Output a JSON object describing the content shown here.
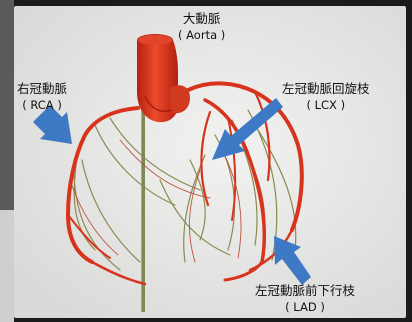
{
  "labels": {
    "aorta": {
      "jp": "大動脈",
      "en": "( Aorta )"
    },
    "rca": {
      "jp": "右冠動脈",
      "en": "( RCA )"
    },
    "lcx": {
      "jp": "左冠動脈回旋枝",
      "en": "( LCX )"
    },
    "lad": {
      "jp": "左冠動脈前下行枝",
      "en": "( LAD )"
    }
  },
  "colors": {
    "panel": "#e9e9e8",
    "vessel": "#d8341d",
    "vessel_dark": "#a81f0f",
    "arrow": "#3d79c4",
    "frame_dark": "#1b1b1b"
  }
}
